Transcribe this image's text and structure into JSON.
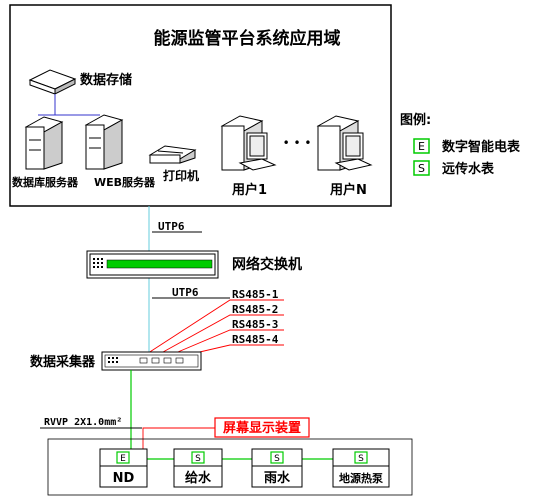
{
  "platform": {
    "title": "能源监管平台系统应用域"
  },
  "devices": {
    "storage": "数据存储",
    "db_server": "数据库服务器",
    "web_server": "WEB服务器",
    "printer": "打印机",
    "user1": "用户1",
    "userN": "用户N",
    "ellipsis": "• • •"
  },
  "legend": {
    "title": "图例:",
    "items": [
      {
        "code": "E",
        "label": "数字智能电表"
      },
      {
        "code": "S",
        "label": "远传水表"
      }
    ]
  },
  "network": {
    "utp_upper": "UTP6",
    "switch": "网络交换机",
    "utp_lower": "UTP6",
    "rs485": [
      "RS485-1",
      "RS485-2",
      "RS485-3",
      "RS485-4"
    ],
    "collector": "数据采集器",
    "rvvp": "RVVP 2X1.0mm²",
    "display": "屏幕显示装置"
  },
  "meters": [
    {
      "code": "E",
      "label": "ND"
    },
    {
      "code": "S",
      "label": "给水"
    },
    {
      "code": "S",
      "label": "雨水"
    },
    {
      "code": "S",
      "label": "地源热泵"
    }
  ],
  "colors": {
    "green": "#00cc00",
    "red": "#ff0000",
    "cyan": "#66ccdd",
    "blue": "#3333cc"
  }
}
